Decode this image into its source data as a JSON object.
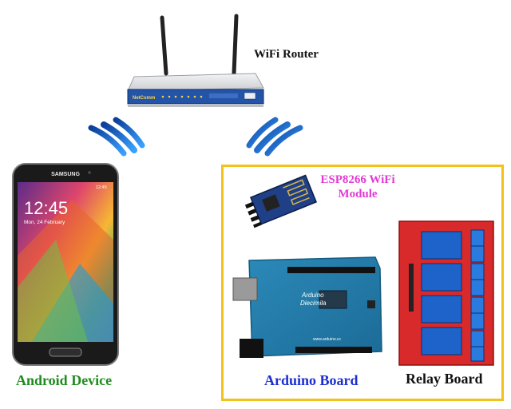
{
  "router": {
    "label": "WiFi Router",
    "brand": "NetComm"
  },
  "phone": {
    "label": "Android Device",
    "brand": "SAMSUNG",
    "clock": "12:45",
    "date": "Mon, 24 February",
    "status_time": "12:45"
  },
  "esp": {
    "label_line1": "ESP8266 WiFi",
    "label_line2": "Module"
  },
  "arduino": {
    "label": "Arduino Board",
    "board_text1": "Arduino",
    "board_text2": "Diecimila",
    "url": "www.arduino.cc"
  },
  "relay": {
    "label": "Relay Board"
  },
  "colors": {
    "android_label": "#1f8c1f",
    "arduino_label": "#1c2fd1",
    "esp_label": "#e23ad6",
    "box_border": "#f2c21b",
    "wifi_waves": "#1a6fc6"
  }
}
